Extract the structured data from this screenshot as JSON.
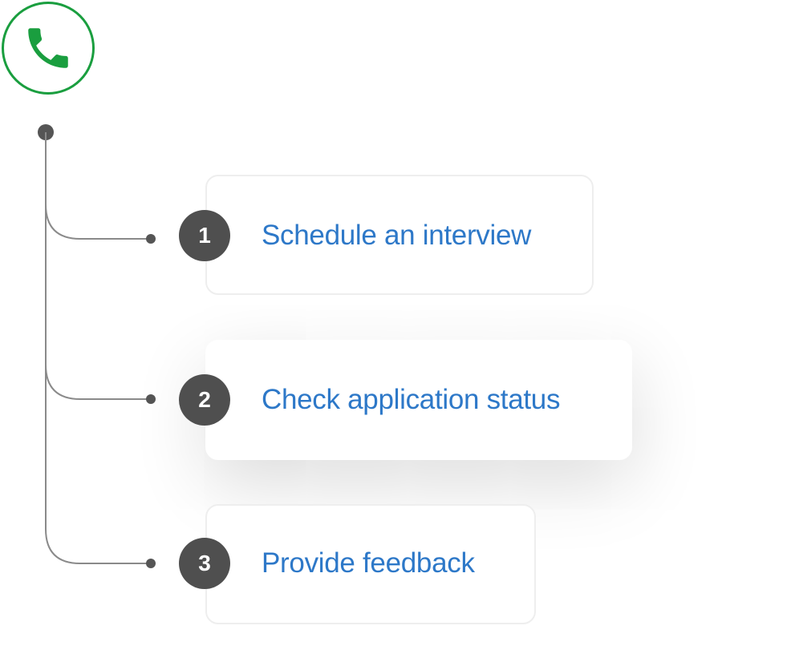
{
  "header": {
    "icon": "phone-icon",
    "accent_color": "#1a9e3f"
  },
  "steps": [
    {
      "number": "1",
      "label": "Schedule an interview"
    },
    {
      "number": "2",
      "label": "Check application status"
    },
    {
      "number": "3",
      "label": "Provide feedback"
    }
  ],
  "colors": {
    "label_text": "#2d78c8",
    "number_badge": "#4f4f4f",
    "connector": "#8a8a8a"
  }
}
